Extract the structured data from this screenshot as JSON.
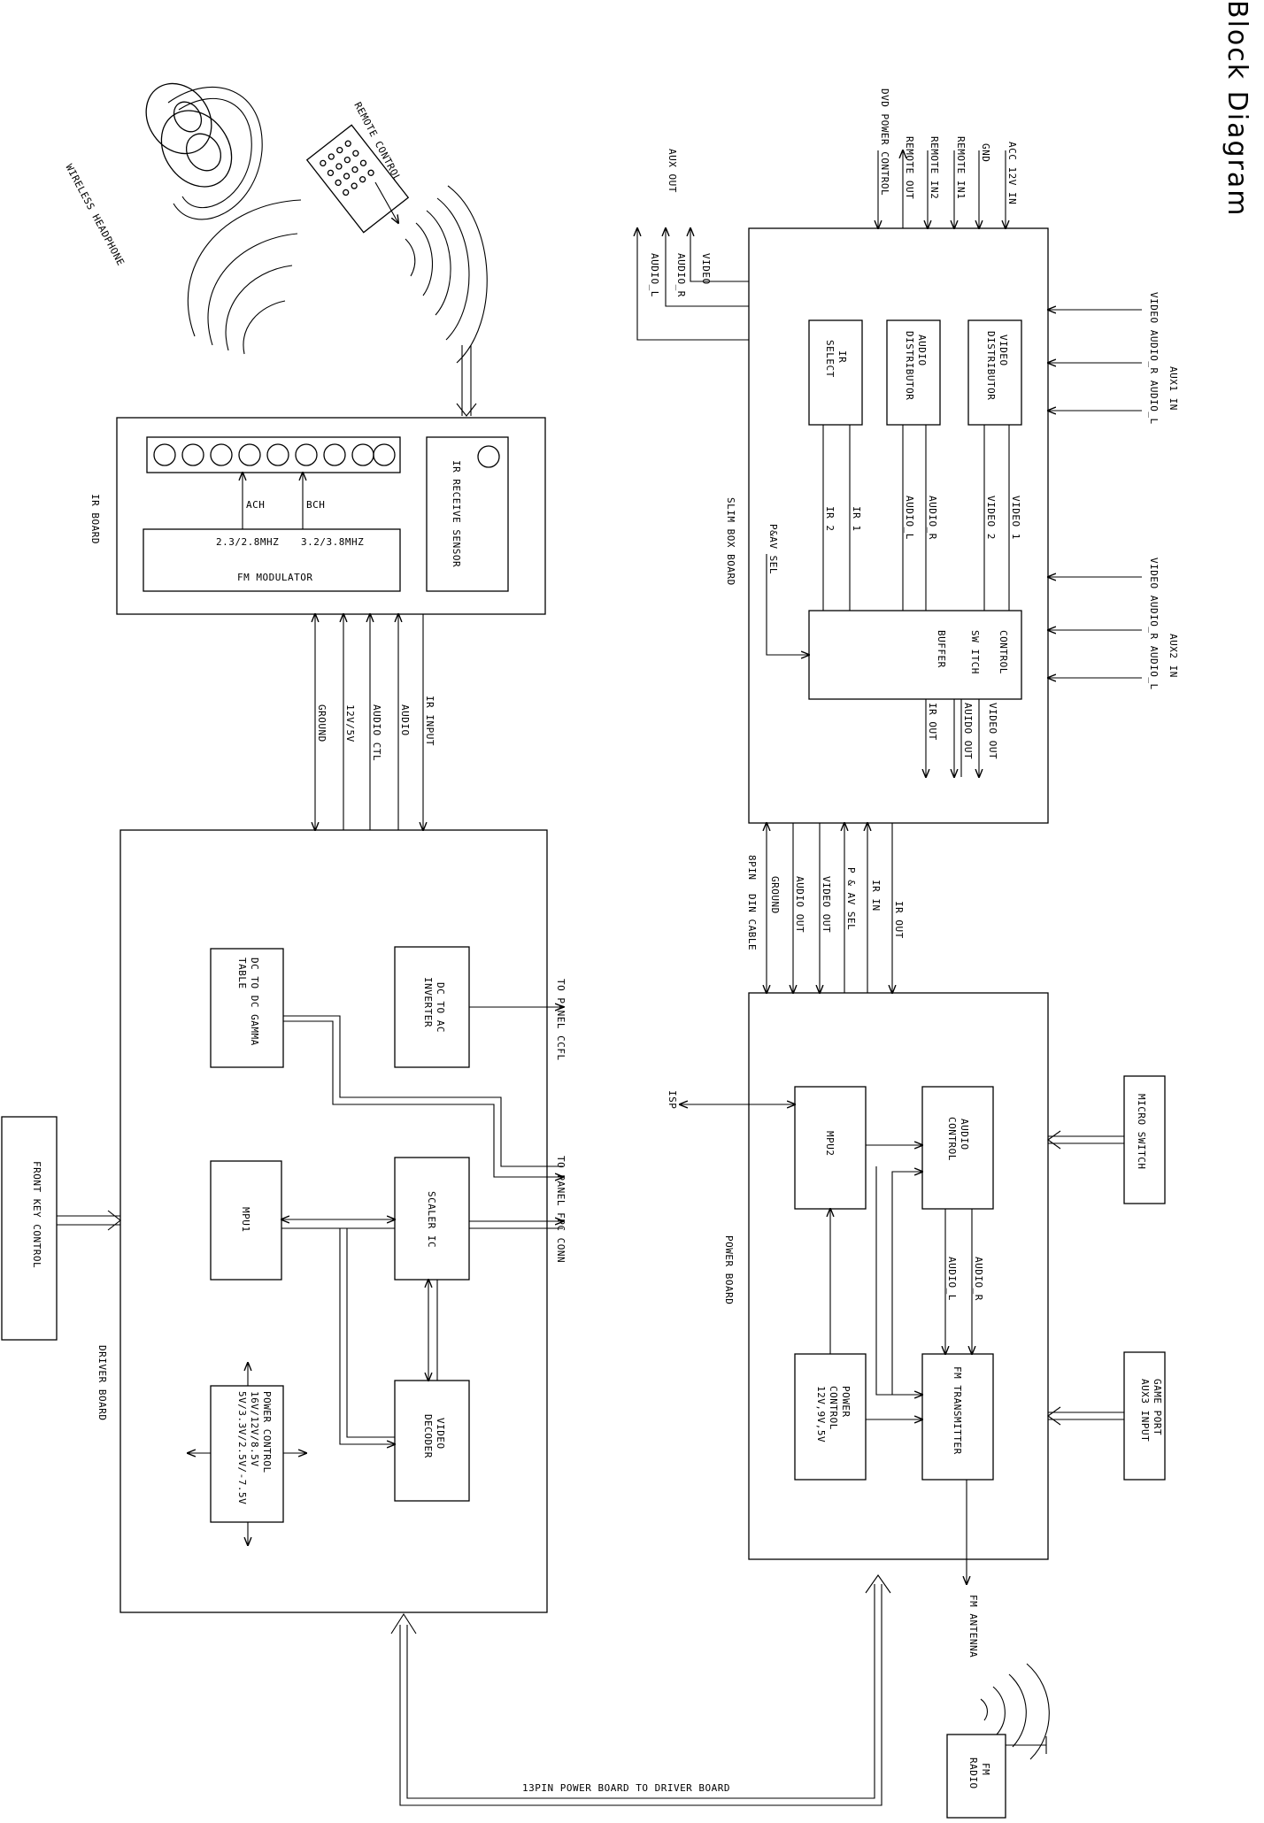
{
  "title": "Block Diagram",
  "boards": {
    "ir_board": "IR BOARD",
    "driver_board": "DRIVER BOARD",
    "slim_box_board": "SLIM BOX BOARD",
    "power_board": "POWER BOARD"
  },
  "blocks": {
    "fm_modulator": "FM MODULATOR",
    "ir_receive_sensor": "IR RECEIVE SENSOR",
    "dc_to_dc_gamma": [
      "DC TO DC GAMMA",
      "TABLE"
    ],
    "dc_to_ac_inverter": [
      "DC TO AC",
      "INVERTER"
    ],
    "mpu1": "MPU1",
    "scaler_ic": "SCALER IC",
    "power_control_driver": [
      "POWER CONTROL",
      "16V/12V/8.5V",
      "5V/3.3V/2.5V/-7.5V"
    ],
    "video_decoder": [
      "VIDEO",
      "DECODER"
    ],
    "front_key_control": "FRONT KEY CONTROL",
    "ir_select": [
      "IR",
      "SELECT"
    ],
    "audio_distributor": [
      "AUDIO",
      "DISTRIBUTOR"
    ],
    "video_distributor": [
      "VIDEO",
      "DISTRIBUTOR"
    ],
    "control_switch_buffer": [
      "CONTROL",
      "SW ITCH",
      "BUFFER"
    ],
    "mpu2": "MPU2",
    "audio_control": [
      "AUDIO",
      "CONTROL"
    ],
    "power_control_power": [
      "POWER",
      "CONTROL",
      "12V,9V,5V"
    ],
    "fm_transmitter": "FM TRANSMITTER",
    "micro_switch": "MICRO SWITCH",
    "game_port": [
      "GAME PORT",
      "AUX3 INPUT"
    ],
    "fm_radio": [
      "FM",
      "RADIO"
    ]
  },
  "devices": {
    "wireless_headphone": "WIRELESS HEADPHONE",
    "remote_control": "REMOTE CONTROL"
  },
  "signals": {
    "ach": "ACH",
    "bch": "BCH",
    "freq_a": "2.3/2.8MHZ",
    "freq_b": "3.2/3.8MHZ",
    "ground": "GROUND",
    "v12_5": "12V/5V",
    "audio_ctl": "AUDIO CTL",
    "audio": "AUDIO",
    "ir_input": "IR INPUT",
    "to_panel_ccfl": "TO PANEL CCFL",
    "to_panel_fpc": "TO PANEL FPC CONN",
    "pin13_cable": "13PIN POWER BOARD TO DRIVER BOARD",
    "aux_out": "AUX OUT",
    "video": "VIDEO",
    "audio_r": "AUDIO_R",
    "audio_l": "AUDIO_L",
    "dvd_power_control": "DVD POWER CONTROL",
    "remote_out": "REMOTE OUT",
    "remote_in2": "REMOTE IN2",
    "remote_in1": "REMOTE IN1",
    "gnd": "GND",
    "acc_12v_in": "ACC 12V IN",
    "aux1_in": "AUX1 IN",
    "aux2_in": "AUX2 IN",
    "video_audio_r_audio_l": "VIDEO AUDIO_R AUDIO_L",
    "ir_1": "IR 1",
    "ir_2": "IR 2",
    "audio_r_dist": "AUDIO_R",
    "audio_l_dist": "AUDIO_L",
    "video_1": "VIDEO 1",
    "video_2": "VIDEO 2",
    "pav_sel": "P&AV SEL",
    "ir_out_buf": "IR OUT",
    "audio_out_buf": "AUIDO OUT",
    "video_out_buf": "VIDEO OUT",
    "pin8": "8PIN",
    "din_cable": "DIN CABLE",
    "ground2": "GROUND",
    "audio_out": "AUDIO OUT",
    "video_out": "VIDEO OUT",
    "p_av_sel": "P & AV SEL",
    "ir_in": "IR IN",
    "ir_out": "IR OUT",
    "isp": "ISP",
    "audio_r_fm": "AUDIO_R",
    "audio_l_fm": "AUDIO_L",
    "fm_antenna": "FM ANTENNA"
  }
}
